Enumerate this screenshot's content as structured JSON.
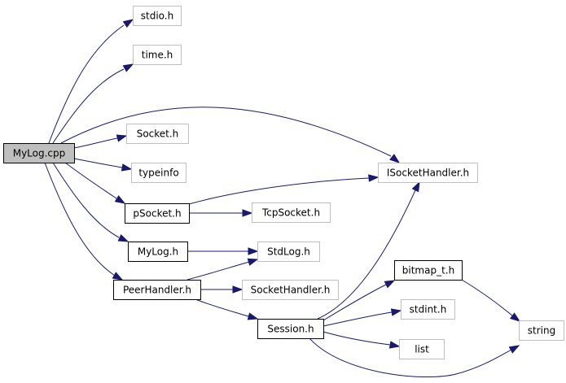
{
  "diagram": {
    "type": "include-dependency-graph",
    "nodes": [
      {
        "id": "mylog_cpp",
        "label": "MyLog.cpp",
        "kind": "root"
      },
      {
        "id": "stdio_h",
        "label": "stdio.h",
        "kind": "external"
      },
      {
        "id": "time_h",
        "label": "time.h",
        "kind": "external"
      },
      {
        "id": "socket_h",
        "label": "Socket.h",
        "kind": "external"
      },
      {
        "id": "typeinfo",
        "label": "typeinfo",
        "kind": "external"
      },
      {
        "id": "isockethandler_h",
        "label": "ISocketHandler.h",
        "kind": "external"
      },
      {
        "id": "psocket_h",
        "label": "pSocket.h",
        "kind": "internal"
      },
      {
        "id": "tcpsocket_h",
        "label": "TcpSocket.h",
        "kind": "external"
      },
      {
        "id": "mylog_h",
        "label": "MyLog.h",
        "kind": "internal"
      },
      {
        "id": "stdlog_h",
        "label": "StdLog.h",
        "kind": "external"
      },
      {
        "id": "peerhandler_h",
        "label": "PeerHandler.h",
        "kind": "internal"
      },
      {
        "id": "sockethandler_h",
        "label": "SocketHandler.h",
        "kind": "external"
      },
      {
        "id": "bitmap_t_h",
        "label": "bitmap_t.h",
        "kind": "internal"
      },
      {
        "id": "stdint_h",
        "label": "stdint.h",
        "kind": "external"
      },
      {
        "id": "session_h",
        "label": "Session.h",
        "kind": "internal"
      },
      {
        "id": "list",
        "label": "list",
        "kind": "external"
      },
      {
        "id": "string",
        "label": "string",
        "kind": "external"
      }
    ],
    "edges": [
      {
        "from": "mylog_cpp",
        "to": "stdio_h"
      },
      {
        "from": "mylog_cpp",
        "to": "time_h"
      },
      {
        "from": "mylog_cpp",
        "to": "isockethandler_h"
      },
      {
        "from": "mylog_cpp",
        "to": "socket_h"
      },
      {
        "from": "mylog_cpp",
        "to": "typeinfo"
      },
      {
        "from": "mylog_cpp",
        "to": "psocket_h"
      },
      {
        "from": "mylog_cpp",
        "to": "mylog_h"
      },
      {
        "from": "mylog_cpp",
        "to": "peerhandler_h"
      },
      {
        "from": "psocket_h",
        "to": "isockethandler_h"
      },
      {
        "from": "psocket_h",
        "to": "tcpsocket_h"
      },
      {
        "from": "mylog_h",
        "to": "stdlog_h"
      },
      {
        "from": "peerhandler_h",
        "to": "stdlog_h"
      },
      {
        "from": "peerhandler_h",
        "to": "sockethandler_h"
      },
      {
        "from": "peerhandler_h",
        "to": "session_h"
      },
      {
        "from": "session_h",
        "to": "isockethandler_h"
      },
      {
        "from": "session_h",
        "to": "bitmap_t_h"
      },
      {
        "from": "session_h",
        "to": "stdint_h"
      },
      {
        "from": "session_h",
        "to": "list"
      },
      {
        "from": "session_h",
        "to": "string"
      },
      {
        "from": "bitmap_t_h",
        "to": "string"
      }
    ],
    "colors": {
      "edge": "#191970",
      "root_fill": "#bfbfbf",
      "root_border": "#000000",
      "internal_border": "#000000",
      "external_border": "#bfbfbf",
      "node_fill": "#ffffff"
    }
  }
}
